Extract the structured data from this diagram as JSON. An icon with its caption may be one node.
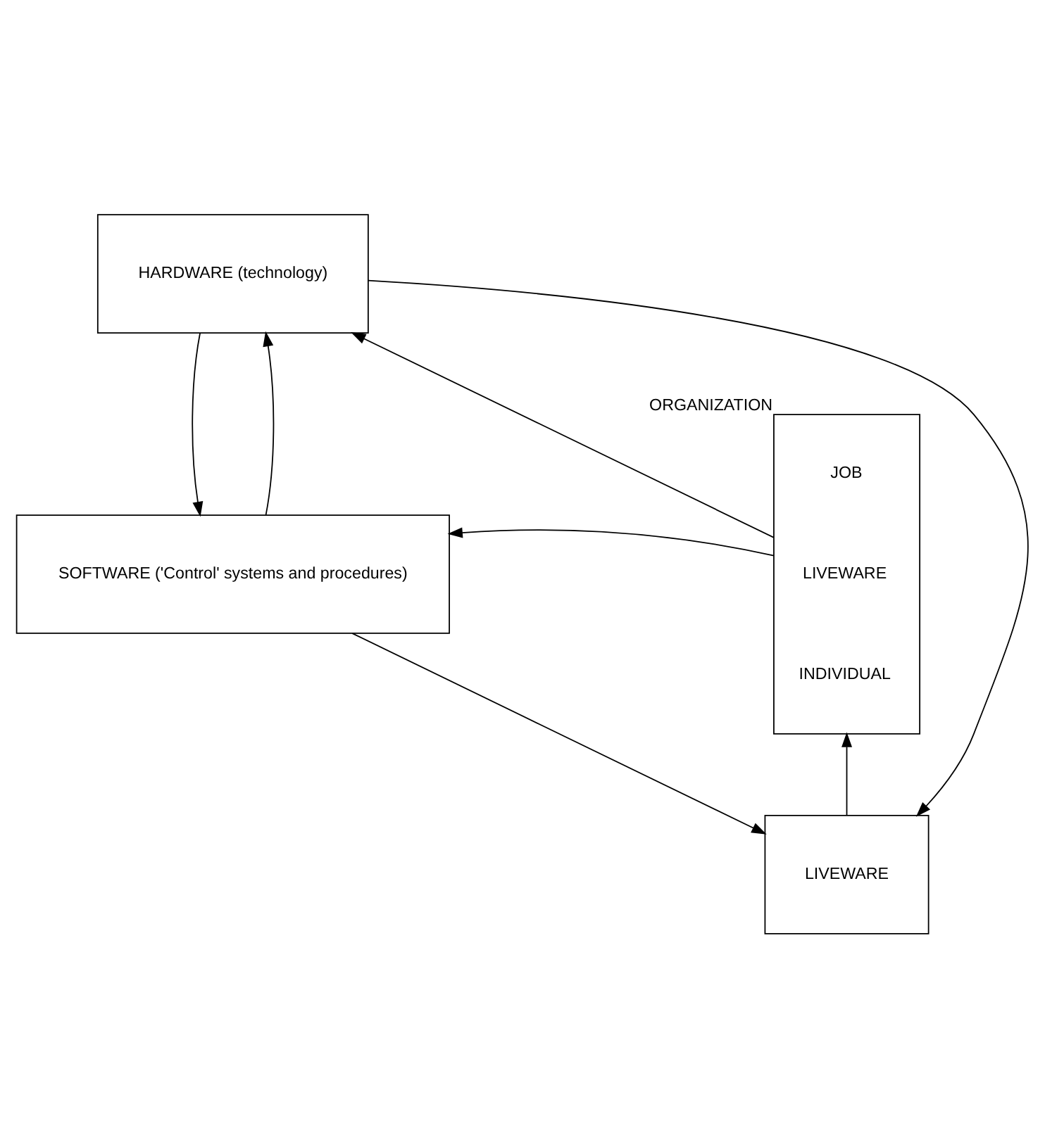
{
  "diagram": {
    "nodes": [
      {
        "text": [
          "HARDWARE (technology)"
        ]
      },
      {
        "text": [
          "SOFTWARE ('Control' systems and procedures)"
        ]
      },
      {
        "text": [
          "LIVEWARE"
        ]
      },
      {
        "text": [
          "JOB",
          "LIVEWARE",
          "INDIVIDUAL"
        ],
        "beside": [
          "ORGANIZATION"
        ]
      }
    ],
    "edges": [
      {
        "from": 3,
        "to": 0,
        "arrow": "to"
      },
      {
        "from": 0,
        "to": 1,
        "arrow": "to"
      },
      {
        "from": 1,
        "to": 0,
        "arrow": "to"
      },
      {
        "from": 3,
        "to": 1,
        "arrow": "to"
      },
      {
        "from": 1,
        "to": 2,
        "arrow": "to"
      },
      {
        "from": 0,
        "to": 2,
        "arrow": "to"
      },
      {
        "from": 2,
        "to": 3,
        "arrow": "to"
      }
    ]
  }
}
